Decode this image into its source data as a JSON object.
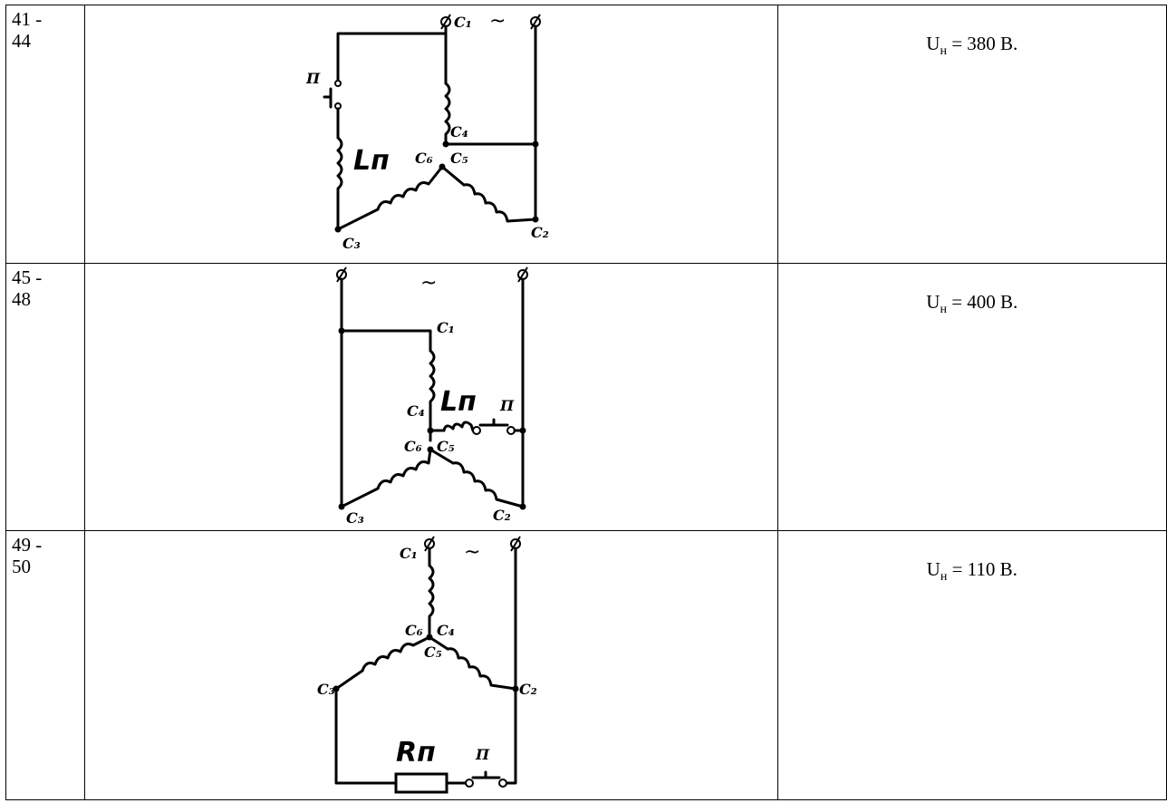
{
  "rows": [
    {
      "number_line1": "41 -",
      "number_line2": "44",
      "voltage_symbol": "U",
      "voltage_sub": "н",
      "voltage_value": " = 380 В.",
      "labels": {
        "c1": "C₁",
        "tilde": "~",
        "c4": "C₄",
        "c6": "C₆",
        "c5": "C₅",
        "c3": "C₃",
        "c2": "C₂",
        "coil": "Lп",
        "switch": "П"
      }
    },
    {
      "number_line1": "45 -",
      "number_line2": "48",
      "voltage_symbol": "U",
      "voltage_sub": "н",
      "voltage_value": " = 400 В.",
      "labels": {
        "tilde": "~",
        "c1": "C₁",
        "c4": "C₄",
        "coil": "Lп",
        "switch": "П",
        "c6": "C₆",
        "c5": "C₅",
        "c3": "C₃",
        "c2": "C₂"
      }
    },
    {
      "number_line1": "49 -",
      "number_line2": "50",
      "voltage_symbol": "U",
      "voltage_sub": "н",
      "voltage_value": " = 110 В.",
      "labels": {
        "c1": "C₁",
        "tilde": "~",
        "c6": "C₆",
        "c4": "C₄",
        "c5": "C₅",
        "c3": "C₃",
        "c2": "C₂",
        "resistor": "Rп",
        "switch": "П"
      }
    }
  ]
}
